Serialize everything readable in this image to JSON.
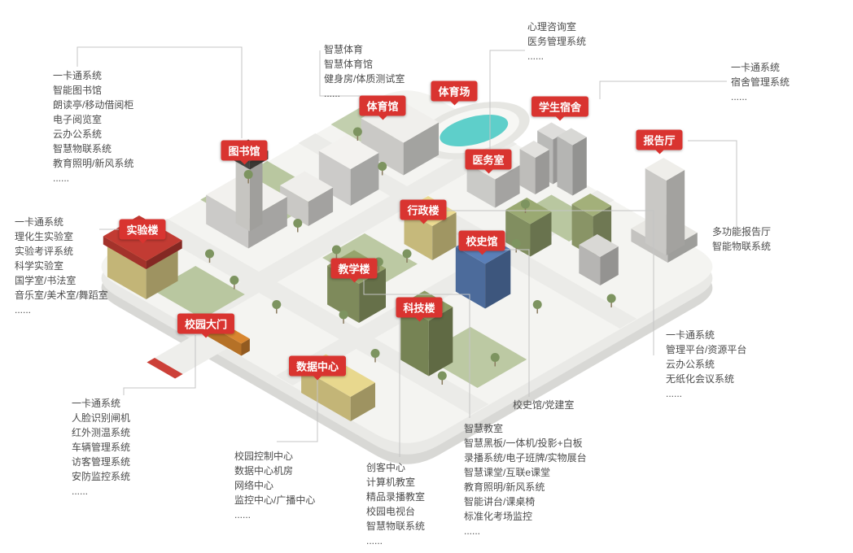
{
  "colors": {
    "badge_red": "#d93430",
    "annotation_text": "#4d4d4d",
    "connector_line": "#c4c4c4",
    "building_green": "#96a46c",
    "building_yellow": "#e8d88e",
    "building_blue": "#5a7fb8",
    "pool_teal": "#5ecfca"
  },
  "badges": {
    "library": "图书馆",
    "lab": "实验楼",
    "gymnasium": "体育馆",
    "stadium": "体育场",
    "medical": "医务室",
    "dormitory": "学生宿舍",
    "lecture_hall": "报告厅",
    "admin": "行政楼",
    "history_hall": "校史馆",
    "teaching": "教学楼",
    "science_tech": "科技楼",
    "gate": "校园大门",
    "data_center": "数据中心"
  },
  "annotations": {
    "library": {
      "lines": [
        "一卡通系统",
        "智能图书馆",
        "朗读亭/移动借阅柜",
        "电子阅览室",
        "云办公系统",
        "智慧物联系统",
        "教育照明/新风系统",
        "......"
      ]
    },
    "gymnasium": {
      "lines": [
        "智慧体育",
        "智慧体育馆",
        "健身房/体质测试室",
        "......"
      ]
    },
    "medical": {
      "lines": [
        "心理咨询室",
        "医务管理系统",
        "......"
      ]
    },
    "dormitory": {
      "lines": [
        "一卡通系统",
        "宿舍管理系统",
        "......"
      ]
    },
    "lecture_hall": {
      "lines": [
        "多功能报告厅",
        "智能物联系统"
      ]
    },
    "lab": {
      "lines": [
        "一卡通系统",
        "理化生实验室",
        "实验考评系统",
        "科学实验室",
        "国学室/书法室",
        "音乐室/美术室/舞蹈室",
        "......"
      ]
    },
    "gate": {
      "lines": [
        "一卡通系统",
        "人脸识别闸机",
        "红外测温系统",
        "车辆管理系统",
        "访客管理系统",
        "安防监控系统",
        "......"
      ]
    },
    "data_center": {
      "lines": [
        "校园控制中心",
        "数据中心机房",
        "网络中心",
        "监控中心/广播中心",
        "......"
      ]
    },
    "science_tech": {
      "lines": [
        "创客中心",
        "计算机教室",
        "精品录播教室",
        "校园电视台",
        "智慧物联系统",
        "......"
      ]
    },
    "teaching": {
      "lines": [
        "智慧教室",
        "智慧黑板/一体机/投影+白板",
        "录播系统/电子班牌/实物展台",
        "智慧课堂/互联e课堂",
        "教育照明/新风系统",
        "智能讲台/课桌椅",
        "标准化考场监控",
        "......"
      ]
    },
    "admin": {
      "lines": [
        "一卡通系统",
        "管理平台/资源平台",
        "云办公系统",
        "无纸化会议系统",
        "......"
      ]
    },
    "history_hall": {
      "lines": [
        "校史馆/党建室"
      ]
    }
  }
}
